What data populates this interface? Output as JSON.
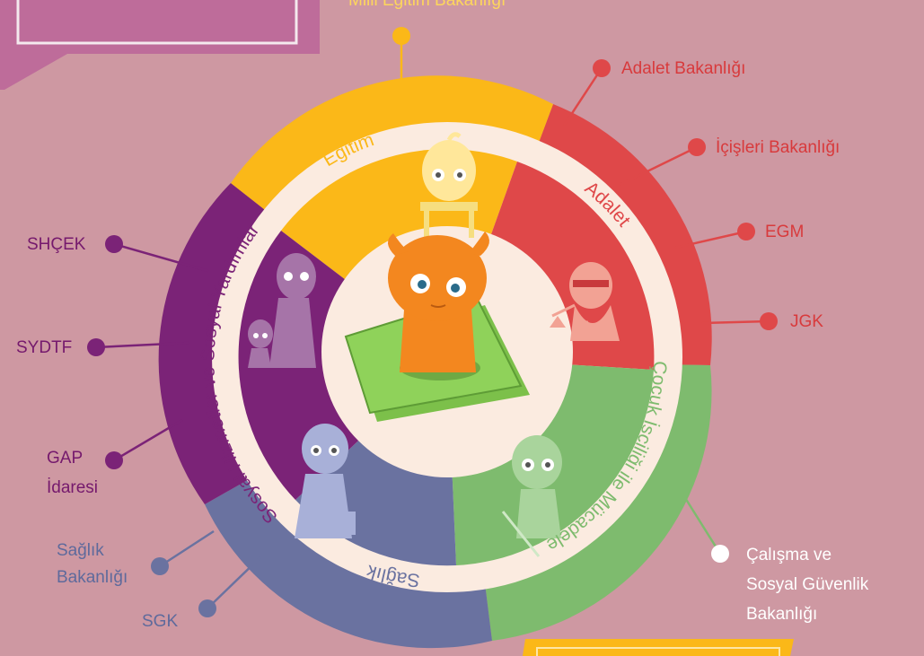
{
  "top_label": "Milli Eğitim Bakanlığı",
  "segments": {
    "egitim": "Eğitim",
    "adalet": "Adalet",
    "cocuk": "Çocuk İşçiliği ile Mücadele",
    "saglik": "Sağlık",
    "sosyal": "Sosyal Hizmetler ve Sosyal Yardımlar"
  },
  "institutions": {
    "adalet_bakanligi": "Adalet Bakanlığı",
    "icisleri": "İçişleri Bakanlığı",
    "egm": "EGM",
    "jgk": "JGK",
    "shcek": "SHÇEK",
    "sydtf": "SYDTF",
    "gap_line1": "GAP",
    "gap_line2": "İdaresi",
    "saglik_line1": "Sağlık",
    "saglik_line2": "Bakanlığı",
    "sgk": "SGK",
    "csgb_line1": "Çalışma ve",
    "csgb_line2": "Sosyal Güvenlik",
    "csgb_line3": "Bakanlığı"
  },
  "colors": {
    "background": "#CE98A2",
    "egitim": "#FBB818",
    "adalet": "#DF4849",
    "cocuk": "#7EBB6E",
    "saglik": "#6A72A0",
    "sosyal": "#7B2377",
    "ring": "#FBEBE0",
    "label_red": "#D83A3C",
    "label_purple": "#75196D",
    "label_blue": "#5E6A9C"
  }
}
